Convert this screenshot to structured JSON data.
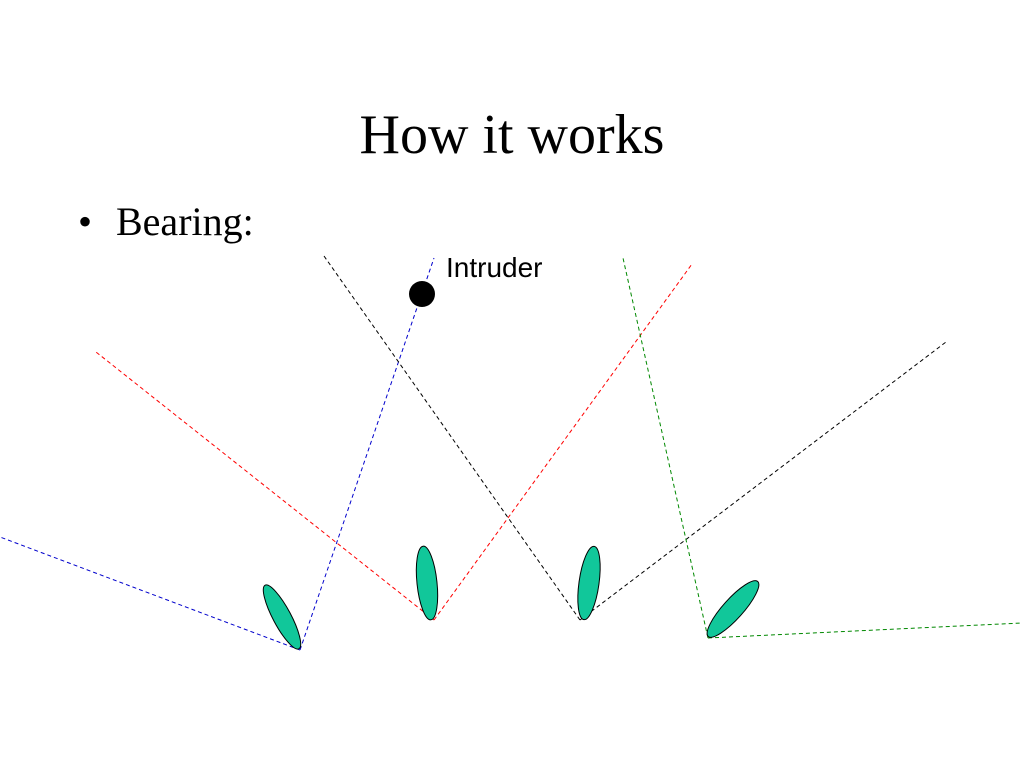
{
  "slide": {
    "title": "How it works",
    "bullet_symbol": "•",
    "bullet_text": "Bearing:"
  },
  "diagram": {
    "intruder_label": "Intruder",
    "colors": {
      "sensor_fill": "#11c79a",
      "blue": "#0000cc",
      "red": "#ff0000",
      "black": "#000000",
      "green": "#008800"
    }
  }
}
